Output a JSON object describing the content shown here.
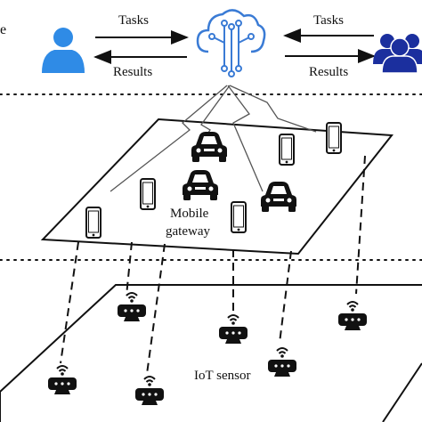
{
  "header": {
    "left_edge_text": "e",
    "left_tasks_label": "Tasks",
    "left_results_label": "Results",
    "right_tasks_label": "Tasks",
    "right_results_label": "Results"
  },
  "middle_layer": {
    "gateway_label_line1": "Mobile",
    "gateway_label_line2": "gateway"
  },
  "bottom_layer": {
    "sensor_label": "IoT sensor"
  },
  "colors": {
    "user_blue": "#2f8be6",
    "group_navy": "#1b2f9e",
    "cloud_blue": "#3a7bd5",
    "stroke": "#111111"
  },
  "icons": {
    "single_user": "user-icon",
    "user_group": "users-group-icon",
    "cloud": "cloud-network-icon",
    "car": "car-icon",
    "phone": "smartphone-icon",
    "sensor": "iot-sensor-icon"
  }
}
